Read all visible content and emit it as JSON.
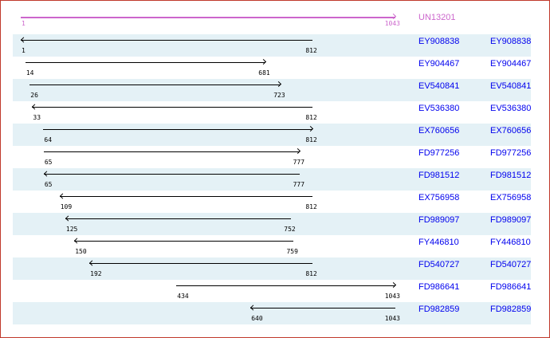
{
  "query": {
    "name": "UN13201",
    "start": 1,
    "end": 1043,
    "direction": "right",
    "color": "#cc66cc"
  },
  "scale": {
    "min": 1,
    "max": 1043
  },
  "hits": [
    {
      "id": "EY908838",
      "link": "EY908838",
      "start": 1,
      "end": 812,
      "direction": "left"
    },
    {
      "id": "EY904467",
      "link": "EY904467",
      "start": 14,
      "end": 681,
      "direction": "right"
    },
    {
      "id": "EV540841",
      "link": "EV540841",
      "start": 26,
      "end": 723,
      "direction": "right"
    },
    {
      "id": "EV536380",
      "link": "EV536380",
      "start": 33,
      "end": 812,
      "direction": "left"
    },
    {
      "id": "EX760656",
      "link": "EX760656",
      "start": 64,
      "end": 812,
      "direction": "right"
    },
    {
      "id": "FD977256",
      "link": "FD977256",
      "start": 65,
      "end": 777,
      "direction": "right"
    },
    {
      "id": "FD981512",
      "link": "FD981512",
      "start": 65,
      "end": 777,
      "direction": "left"
    },
    {
      "id": "EX756958",
      "link": "EX756958",
      "start": 109,
      "end": 812,
      "direction": "left"
    },
    {
      "id": "FD989097",
      "link": "FD989097",
      "start": 125,
      "end": 752,
      "direction": "left"
    },
    {
      "id": "FY446810",
      "link": "FY446810",
      "start": 150,
      "end": 759,
      "direction": "left"
    },
    {
      "id": "FD540727",
      "link": "FD540727",
      "start": 192,
      "end": 812,
      "direction": "left"
    },
    {
      "id": "FD986641",
      "link": "FD986641",
      "start": 434,
      "end": 1043,
      "direction": "right"
    },
    {
      "id": "FD982859",
      "link": "FD982859",
      "start": 640,
      "end": 1043,
      "direction": "left"
    }
  ]
}
